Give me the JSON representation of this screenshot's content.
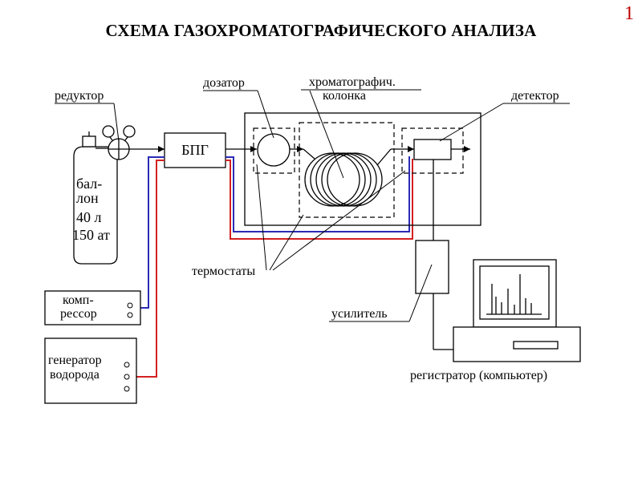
{
  "title": "СХЕМА ГАЗОХРОМАТОГРАФИЧЕСКОГО АНАЛИЗА",
  "slide_number": "1",
  "labels": {
    "reductor": "редуктор",
    "dosator": "дозатор",
    "column_line1": "хроматографич.",
    "column_line2": "колонка",
    "detector": "детектор",
    "bpg": "БПГ",
    "cylinder_line1": "бал-",
    "cylinder_line2": "лон",
    "cylinder_line3": "40 л",
    "cylinder_line4": "150 ат",
    "thermostats": "термостаты",
    "compressor_line1": "комп-",
    "compressor_line2": "рессор",
    "generator_line1": "генератор",
    "generator_line2": "водорода",
    "amplifier": "усилитель",
    "recorder": "регистратор (компьютер)"
  },
  "colors": {
    "air_line": "#2b2bb5",
    "hydrogen_line": "#d42020",
    "slide_number": "#c00000"
  }
}
